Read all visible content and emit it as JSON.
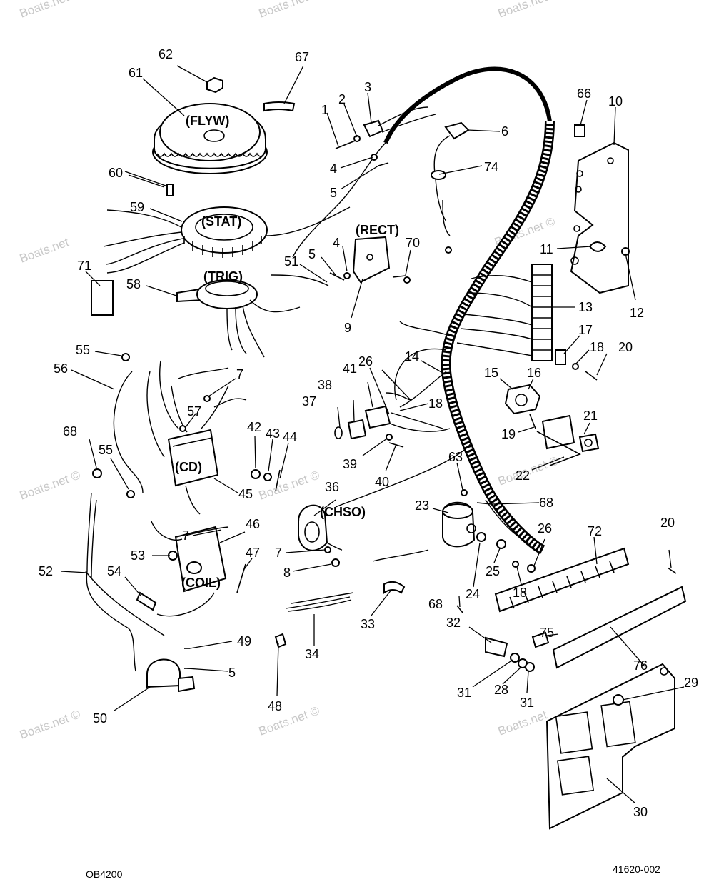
{
  "watermark": "Boats.net",
  "watermark_circled": "Boats.net ©",
  "footer": {
    "left_code": "OB4200",
    "right_code": "41620-002"
  },
  "component_tags": {
    "flyw": "(FLYW)",
    "stat": "(STAT)",
    "trig": "(TRIG)",
    "rect": "(RECT)",
    "cd": "(CD)",
    "chso": "(CHSO)",
    "coil": "(COIL)"
  },
  "callouts": {
    "c1": "1",
    "c2": "2",
    "c3": "3",
    "c4a": "4",
    "c4b": "4",
    "c5a": "5",
    "c5b": "5",
    "c5c": "5",
    "c6": "6",
    "c7a": "7",
    "c7b": "7",
    "c7c": "7",
    "c8": "8",
    "c9": "9",
    "c10": "10",
    "c11": "11",
    "c12": "12",
    "c13": "13",
    "c14": "14",
    "c15": "15",
    "c16": "16",
    "c17": "17",
    "c18a": "18",
    "c18b": "18",
    "c18c": "18",
    "c19": "19",
    "c20a": "20",
    "c20b": "20",
    "c21": "21",
    "c22": "22",
    "c23": "23",
    "c24": "24",
    "c25": "25",
    "c26a": "26",
    "c26b": "26",
    "c28": "28",
    "c29": "29",
    "c30": "30",
    "c31a": "31",
    "c31b": "31",
    "c32": "32",
    "c33": "33",
    "c34": "34",
    "c36": "36",
    "c37": "37",
    "c38": "38",
    "c39": "39",
    "c40": "40",
    "c41": "41",
    "c42": "42",
    "c43": "43",
    "c44": "44",
    "c45": "45",
    "c46": "46",
    "c47": "47",
    "c48": "48",
    "c49": "49",
    "c50": "50",
    "c51": "51",
    "c52": "52",
    "c53": "53",
    "c54": "54",
    "c55a": "55",
    "c55b": "55",
    "c56": "56",
    "c57": "57",
    "c58": "58",
    "c59": "59",
    "c60": "60",
    "c61": "61",
    "c62": "62",
    "c63": "63",
    "c66": "66",
    "c67": "67",
    "c68a": "68",
    "c68b": "68",
    "c68c": "68",
    "c70": "70",
    "c71": "71",
    "c72": "72",
    "c74": "74",
    "c75": "75",
    "c76": "76"
  }
}
